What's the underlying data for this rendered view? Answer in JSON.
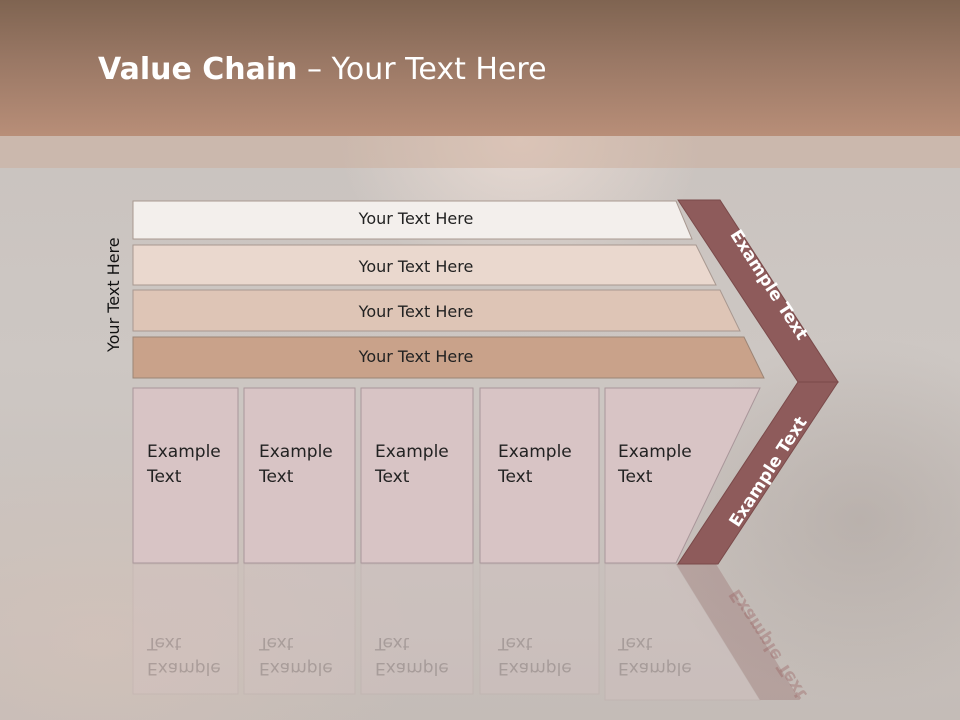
{
  "title": {
    "bold": "Value Chain",
    "rest": " – Your Text Here"
  },
  "side_label": "Your Text Here",
  "rows": [
    {
      "label": "Your Text Here",
      "color": "#f3efec"
    },
    {
      "label": "Your Text Here",
      "color": "#ead8ce"
    },
    {
      "label": "Your Text Here",
      "color": "#dec5b6"
    },
    {
      "label": "Your Text Here",
      "color": "#c9a28a"
    }
  ],
  "boxes": [
    {
      "line1": "Example",
      "line2": "Text"
    },
    {
      "line1": "Example",
      "line2": "Text"
    },
    {
      "line1": "Example",
      "line2": "Text"
    },
    {
      "line1": "Example",
      "line2": "Text"
    },
    {
      "line1": "Example",
      "line2": "Text"
    }
  ],
  "chevron": {
    "upper": "Example Text",
    "lower": "Example Text",
    "color": "#8e5b5b"
  },
  "colors": {
    "box_fill": "#d8c4c5",
    "header_top": "#7f6451",
    "header_bottom": "#b88e78"
  }
}
